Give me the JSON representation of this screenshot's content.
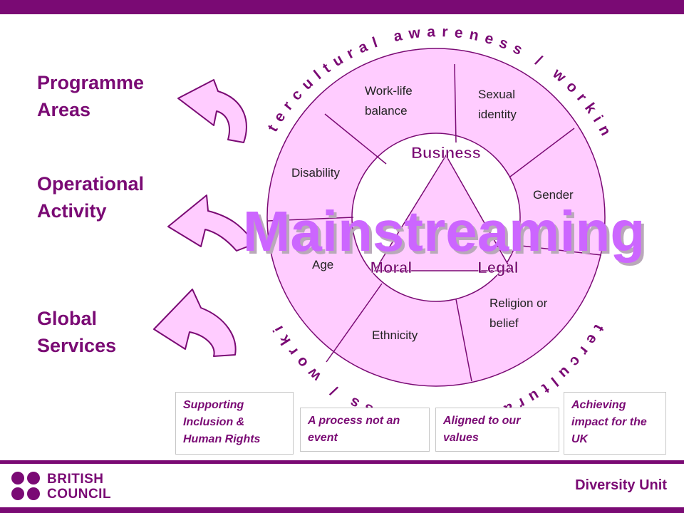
{
  "left_labels": [
    "Programme\nAreas",
    "Operational\nActivity",
    "Global\nServices"
  ],
  "ring_segments": [
    "Work-life balance",
    "Sexual identity",
    "Gender",
    "Religion or belief",
    "Ethnicity",
    "Age",
    "Disability"
  ],
  "arc_text": {
    "top": "Intercultural awareness / working",
    "bottom": "Intercultural awareness / working"
  },
  "triangle": {
    "top": "Business",
    "left": "Moral",
    "right": "Legal"
  },
  "center_title": "Mainstreaming",
  "notes": [
    "Supporting Inclusion & Human Rights",
    "A process not an event",
    "Aligned to our values",
    "Achieving impact for the UK"
  ],
  "footer": {
    "logo_text": "BRITISH\nCOUNCIL",
    "unit": "Diversity Unit"
  },
  "colors": {
    "brand": "#7a0a74",
    "ring_fill": "#ffccff",
    "title_fill": "#cc66ff"
  }
}
